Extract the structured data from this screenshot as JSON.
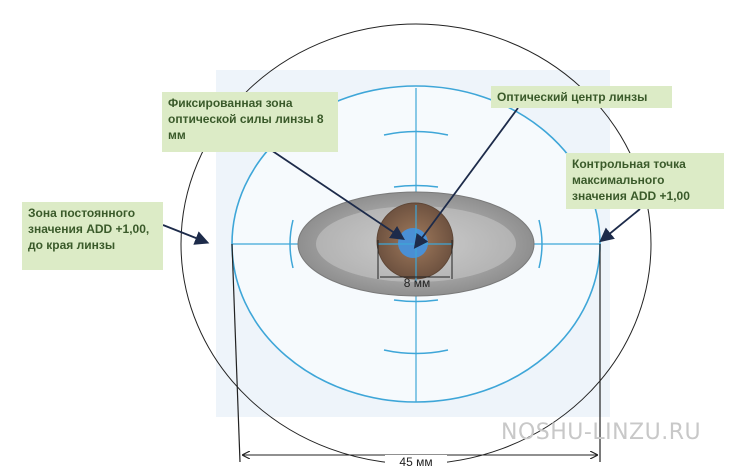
{
  "callouts": {
    "fixed_zone": "Фиксированная зона оптической силы линзы 8 мм",
    "optical_center": "Оптический центр линзы",
    "control_point": "Контрольная точка максимального значения ADD +1,00",
    "constant_zone": "Зона постоянного значения ADD +1,00, до края линзы"
  },
  "dimensions": {
    "inner": "8 мм",
    "outer": "45 мм"
  },
  "watermark": "NOSHU-LINZU.RU",
  "colors": {
    "callout_bg": "#dcebc6",
    "callout_text": "#3a5a2a",
    "lens_blue": "#3ea6d8",
    "pupil": "#4a8fd4",
    "iris": "#8a6a52"
  }
}
